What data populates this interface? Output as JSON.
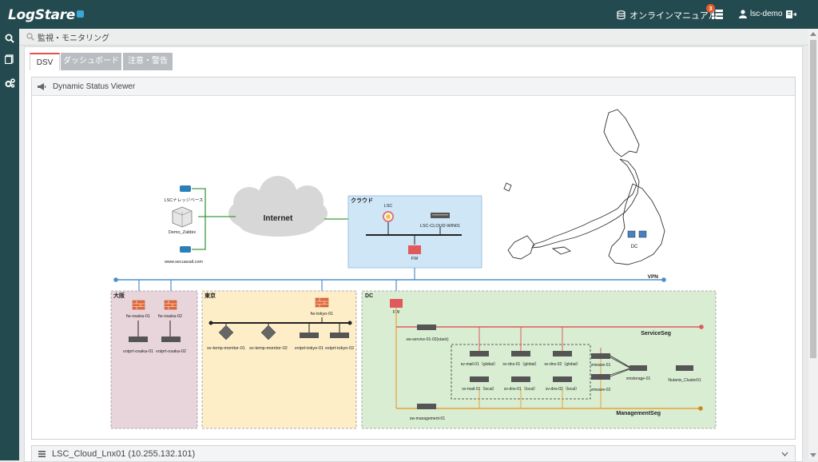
{
  "app": {
    "logo": "LogStare",
    "online_manual": "オンラインマニュアル",
    "notification_count": "3",
    "user_name": "lsc-demo"
  },
  "icons": {
    "logo_badge": "logo-badge-icon",
    "manual": "database-icon",
    "notifications": "list-icon",
    "user": "user-icon",
    "logout": "logout-icon",
    "sidebar": [
      "search-icon",
      "book-icon",
      "gears-icon"
    ],
    "breadcrumb": "search-icon",
    "panel": "megaphone-icon",
    "bottom": "server-list-icon"
  },
  "breadcrumb": {
    "text": "監視・モニタリング"
  },
  "tabs": [
    {
      "label": "DSV",
      "active": true
    },
    {
      "label": "ダッシュボード",
      "active": false
    },
    {
      "label": "注意・警告",
      "active": false
    }
  ],
  "panel": {
    "title": "Dynamic Status Viewer"
  },
  "dsv": {
    "internet": "Internet",
    "left_devices": [
      "LSCナレッジベース",
      "Demo_Zabbix",
      "www.secuavail.com"
    ],
    "cloud": {
      "title": "クラウド",
      "lsc": "LSC",
      "server": "LSC-CLOUD-WIN01",
      "fw": "FW"
    },
    "vpn": "VPN",
    "japan_map_label": "DC",
    "osaka": {
      "title": "大阪",
      "firewalls": [
        "fw-osaka-01",
        "fw-osaka-02"
      ],
      "voip": [
        "voiprt-osaka-01",
        "voiprt-osaka-02"
      ]
    },
    "tokyo": {
      "title": "東京",
      "firewall": "fw-tokyo-01",
      "devices": [
        "sv-temp-monitor-01",
        "sv-temp-monitor-02",
        "voiprt-tokyo-01",
        "voiprt-tokyo-02"
      ]
    },
    "dc": {
      "title": "DC",
      "fw": "FW",
      "service_switch": "sw-service-01-02(stack)",
      "service_seg": "ServiceSeg",
      "servers_global": [
        "sv-mail-01（global）",
        "sv-dns-01（global）",
        "sv-dns-02（global）"
      ],
      "servers_local": [
        "sv-mail-01（local）",
        "sv-dns-01（local）",
        "sv-dns-02（local）"
      ],
      "vmware": [
        "vmware-01",
        "vmware-02"
      ],
      "storage": "vmstorage-01",
      "nutanix": "Nutanix_Cluster01",
      "mgmt_switch": "sw-management-01",
      "mgmt_seg": "ManagementSeg"
    },
    "colors": {
      "osaka_bg": "#e8d5dc",
      "tokyo_bg": "#fdeec8",
      "dc_bg": "#d8edd2",
      "cloud_bg": "#cfe6f6",
      "service_line": "#e2595c",
      "mgmt_line": "#e8a23a",
      "vpn_line": "#4f8fc9",
      "internet_line": "#3d9a3d"
    }
  },
  "bottom_panel": {
    "title": "LSC_Cloud_Lnx01 (10.255.132.101)"
  }
}
